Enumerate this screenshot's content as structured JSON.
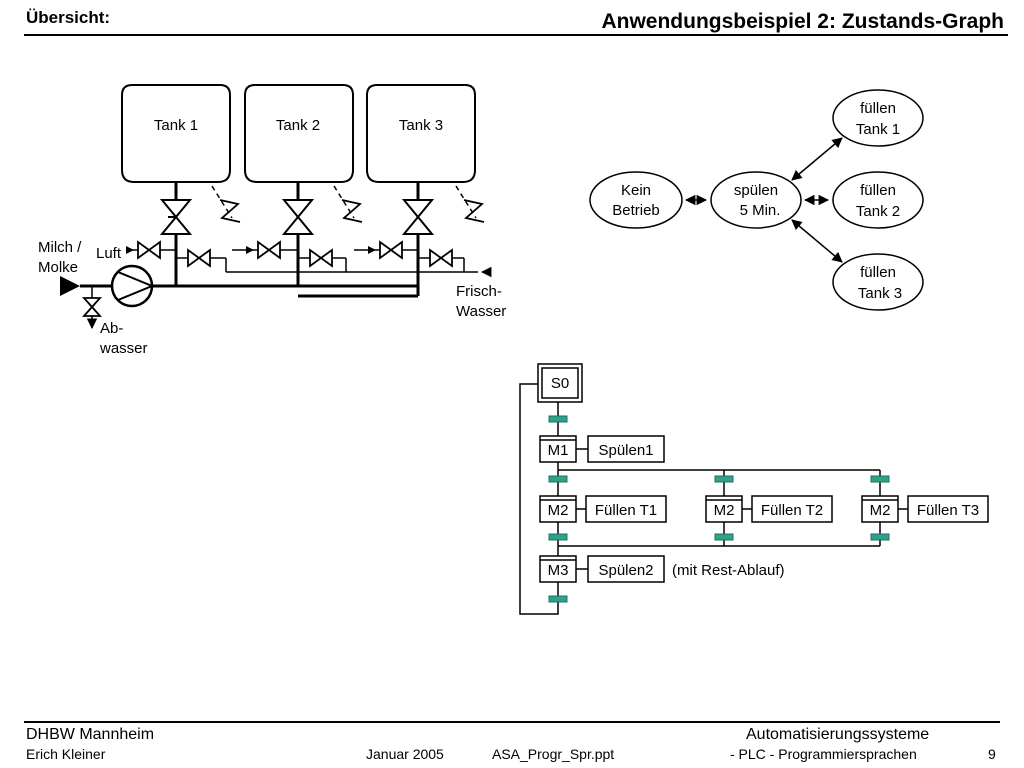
{
  "header": {
    "left": "Übersicht:",
    "title": "Anwendungsbeispiel 2: Zustands-Graph"
  },
  "plant": {
    "tanks": [
      "Tank 1",
      "Tank 2",
      "Tank 3"
    ],
    "milk_label_1": "Milch /",
    "milk_label_2": "Molke",
    "air_label": "Luft",
    "waste_label_1": "Ab-",
    "waste_label_2": "wasser",
    "fresh_label_1": "Frisch-",
    "fresh_label_2": "Wasser"
  },
  "state_graph": {
    "idle_1": "Kein",
    "idle_2": "Betrieb",
    "rinse_1": "spülen",
    "rinse_2": "5 Min.",
    "fill1_1": "füllen",
    "fill1_2": "Tank 1",
    "fill2_1": "füllen",
    "fill2_2": "Tank 2",
    "fill3_1": "füllen",
    "fill3_2": "Tank 3"
  },
  "sfc": {
    "s0": "S0",
    "m1": "M1",
    "m1_action": "Spülen1",
    "m2": "M2",
    "fill_t1": "Füllen T1",
    "fill_t2": "Füllen T2",
    "fill_t3": "Füllen T3",
    "m3": "M3",
    "m3_action": "Spülen2",
    "m3_note": "(mit Rest-Ablauf)"
  },
  "footer": {
    "org": "DHBW  Mannheim",
    "author": "Erich Kleiner",
    "date": "Januar 2005",
    "file": "ASA_Progr_Spr.ppt",
    "course": "Automatisierungssysteme",
    "subtitle": "- PLC - Programmiersprachen",
    "page": "9"
  }
}
